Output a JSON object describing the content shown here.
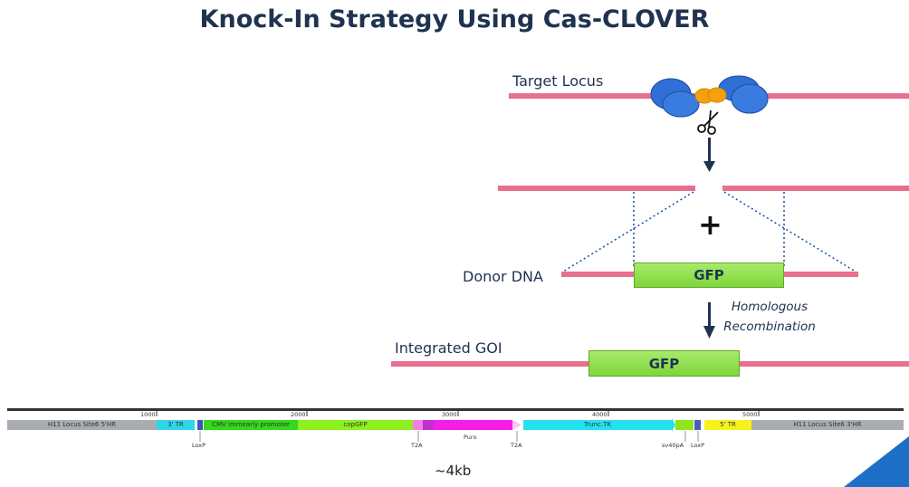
{
  "title": "Knock-In Strategy Using Cas-CLOVER",
  "labels": {
    "target_locus": "Target Locus",
    "donor_dna": "Donor DNA",
    "integrated_goi": "Integrated GOI",
    "homologous": "Homologous",
    "recombination": "Recombination",
    "plus": "+",
    "gfp_donor": "GFP",
    "gfp_integrated": "GFP",
    "size": "~4kb"
  },
  "colors": {
    "title": "#1f3350",
    "dna_strand": "#e8708e",
    "gfp": "#8fdf4f",
    "protein_blue": "#2f6fd6",
    "protein_orange": "#f5a00e",
    "arrow": "#1f3350",
    "corner_accent": "#1e6fc8"
  },
  "icons": [
    "scissors-icon",
    "cas-clover-protein-icon",
    "down-arrow-icon"
  ],
  "construct_map": {
    "ticks": [
      "1000",
      "2000",
      "3000",
      "4000",
      "5000"
    ],
    "segments": [
      {
        "label": "H11 Locus Site6 5'HR",
        "color": "#a9acb0"
      },
      {
        "label": "3' TR",
        "color": "#2fd6e6"
      },
      {
        "label": "",
        "color": "#3a58b0"
      },
      {
        "label": "CMV immearly promoter",
        "color": "#33d91a"
      },
      {
        "label": "copGFP",
        "color": "#8df01f"
      },
      {
        "label": "",
        "color": "#f37fe6"
      },
      {
        "label": "",
        "color": "#c12fd0"
      },
      {
        "label": "",
        "color": "#f51ee8"
      },
      {
        "label": "Trunc.TK",
        "color": "#22e2f0"
      },
      {
        "label": "",
        "color": "#8fe51a"
      },
      {
        "label": "",
        "color": "#4a5dbb"
      },
      {
        "label": "5' TR",
        "color": "#f5f21c"
      },
      {
        "label": "H11 Locus Site6 3'HR",
        "color": "#a9acb0"
      }
    ],
    "features_below": [
      "LoxP",
      "T2A",
      "Puro",
      "T2A",
      "sv40pA",
      "LoxP"
    ]
  }
}
